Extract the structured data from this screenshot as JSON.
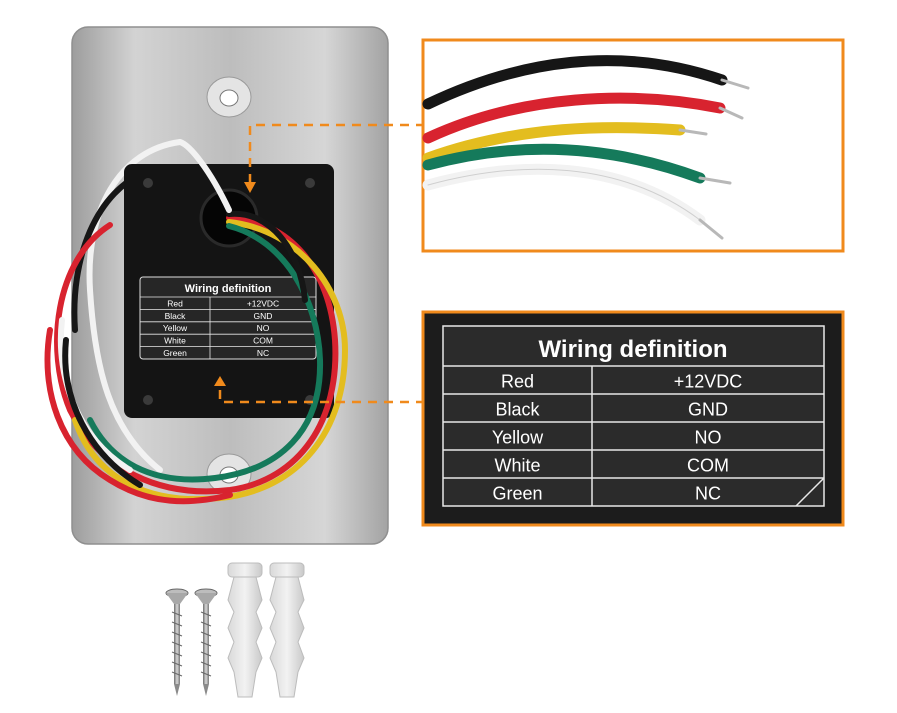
{
  "wiring_table": {
    "title": "Wiring definition",
    "rows": [
      {
        "color_name": "Red",
        "function": "+12VDC"
      },
      {
        "color_name": "Black",
        "function": "GND"
      },
      {
        "color_name": "Yellow",
        "function": "NO"
      },
      {
        "color_name": "White",
        "function": "COM"
      },
      {
        "color_name": "Green",
        "function": "NC"
      }
    ]
  },
  "colors": {
    "accent_orange": "#f08a1c",
    "wire_red": "#d8232f",
    "wire_black": "#161616",
    "wire_yellow": "#e3bd1f",
    "wire_white": "#f2f2f2",
    "wire_green": "#157a5b",
    "label_background": "#2b2b2b",
    "plate_steel": "#c6c6c6"
  },
  "icons": {
    "plate": "stainless-wall-plate-icon",
    "module": "black-switch-module-icon",
    "screw": "screw-icon",
    "anchor": "wall-anchor-icon"
  }
}
